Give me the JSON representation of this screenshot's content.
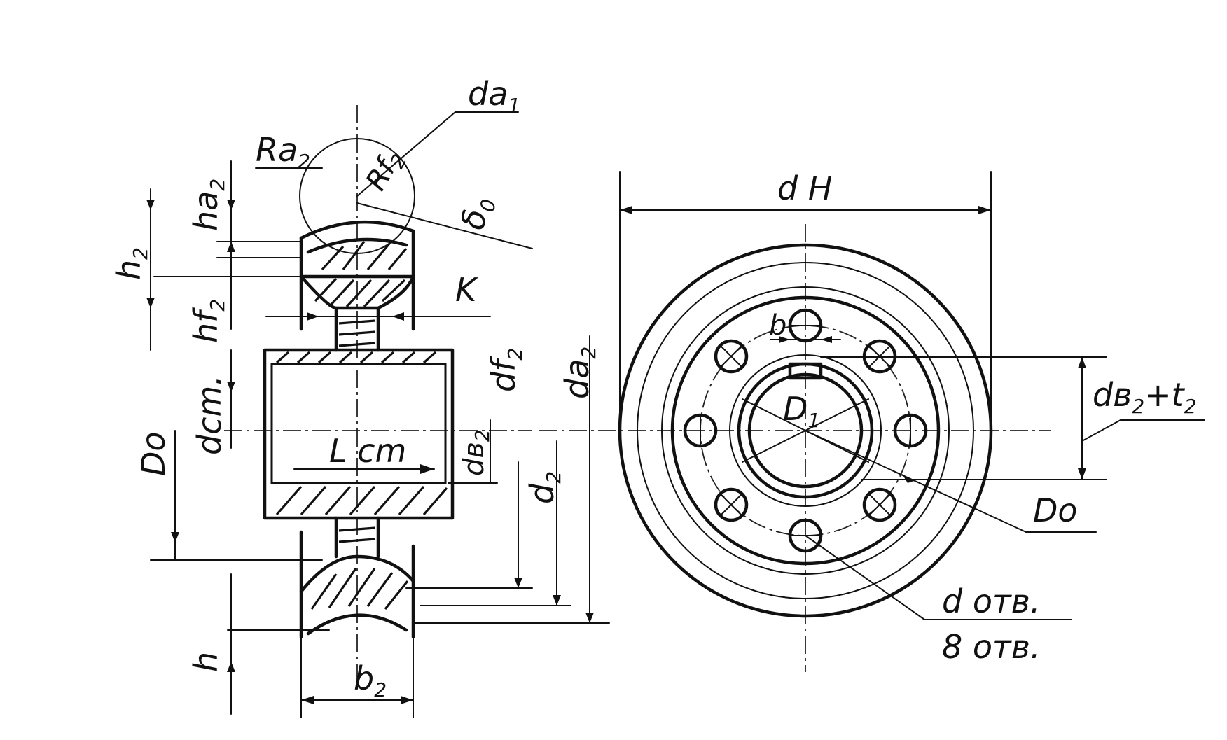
{
  "labels": {
    "da1": "da",
    "da1_sub": "1",
    "ra2": "Ra",
    "ra2_sub": "2",
    "rf2": "Rf",
    "rf2_sub": "2",
    "delta0": "δ",
    "delta0_sub": "0",
    "ha2": "ha",
    "ha2_sub": "2",
    "h2": "h",
    "h2_sub": "2",
    "hf2": "hf",
    "hf2_sub": "2",
    "k": "K",
    "dcm": "dcm.",
    "d0": "Do",
    "df2": "df",
    "df2_sub": "2",
    "da2": "da",
    "da2_sub": "2",
    "db2": "dв",
    "db2_sub": "2",
    "lcm": "L cm",
    "d2": "d",
    "d2_sub": "2",
    "h": "h",
    "b2": "b",
    "b2_sub": "2",
    "dh": "d H",
    "b": "b",
    "d1": "D",
    "d1_sub": "1",
    "db2t2_a": "dв",
    "db2t2_sub1": "2",
    "db2t2_plus": "+t",
    "db2t2_sub2": "2",
    "d0_right": "Do",
    "dotv": "d отв.",
    "otv8": "8 отв."
  }
}
